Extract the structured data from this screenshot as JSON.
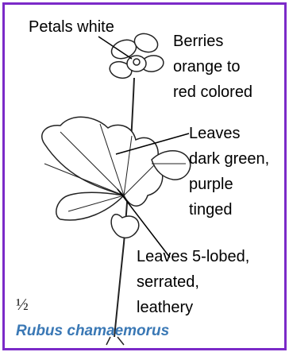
{
  "labels": {
    "petals": "Petals white",
    "berries": [
      "Berries",
      "orange to",
      "red colored"
    ],
    "leaves_color": [
      "Leaves",
      "dark green,",
      "purple",
      "tinged"
    ],
    "leaves_shape": [
      "Leaves 5-lobed,",
      "serrated,",
      "leathery"
    ]
  },
  "scale": "½",
  "species": "Rubus chamaemorus",
  "colors": {
    "border": "#7b2ac8",
    "species_text": "#3a78b5"
  }
}
